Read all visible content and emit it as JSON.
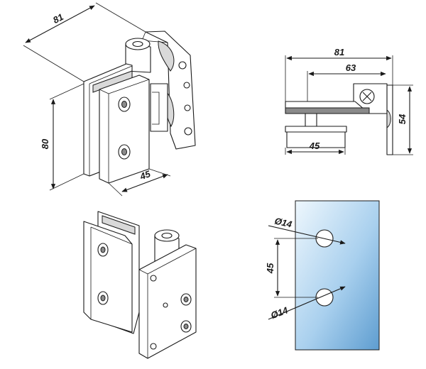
{
  "drawing": {
    "colors": {
      "line": "#1a1a1a",
      "glass_light": "#dceefa",
      "glass_dark": "#6aa6d6",
      "metal_shade": "#d9d9d9"
    },
    "views": {
      "iso_front": {
        "dims": {
          "width_top": "81",
          "height": "80",
          "plate_width": "45"
        }
      },
      "side_view": {
        "dims": {
          "overall_width": "81",
          "inner_width": "63",
          "height": "54",
          "plate_width": "45"
        }
      },
      "iso_back": {},
      "glass_cutout": {
        "dims": {
          "hole_top": "Ø14",
          "hole_bottom": "Ø14",
          "hole_spacing": "45"
        }
      }
    }
  }
}
